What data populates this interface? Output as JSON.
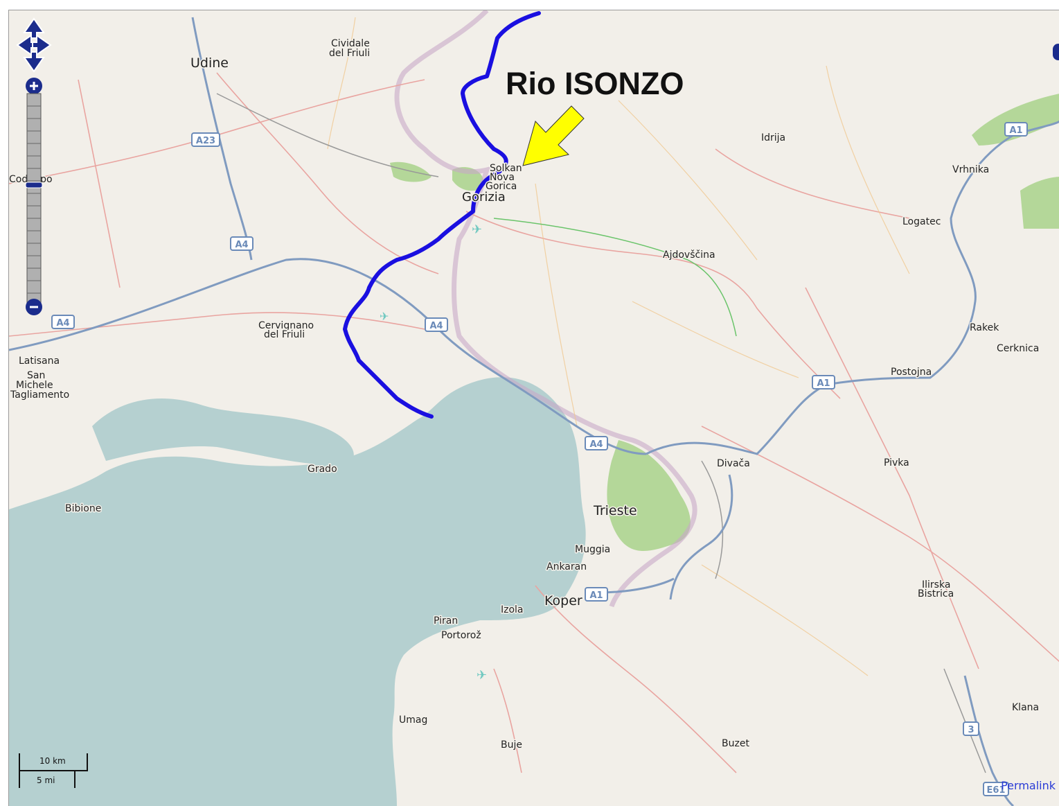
{
  "annotation": {
    "text": "Rio ISONZO"
  },
  "permalink": "Permalink",
  "scale": {
    "metric": "10 km",
    "imperial": "5 mi"
  },
  "controls": {
    "pan_up": "pan-up-icon",
    "pan_left": "pan-left-icon",
    "pan_right": "pan-right-icon",
    "pan_down": "pan-down-icon",
    "zoom_in": "zoom-in-icon",
    "zoom_out": "zoom-out-icon"
  },
  "colors": {
    "land": "#f2efe9",
    "sea": "#b5d0d0",
    "park": "#a9d28b",
    "river": "#1a0fe0",
    "arrow": "#ffff00",
    "motorway": "#809bc0",
    "primary": "#e9a4a0",
    "border": "#c8a8c8"
  },
  "places": {
    "udine": "Udine",
    "cividale": "Cividale",
    "cividale2": "del Friuli",
    "codroipo": "Codroipo",
    "solkan": "Solkan",
    "novagorica": "Nova",
    "novagorica2": "Gorica",
    "gorizia": "Gorizia",
    "idrija": "Idrija",
    "vrhnika": "Vrhnika",
    "logatec": "Logatec",
    "ajdovscina": "Ajdovščina",
    "cervignano": "Cervignano",
    "cervignano2": "del Friuli",
    "latisana": "Latisana",
    "sanmichele": "San",
    "sanmichele2": "Michele",
    "sanmichele3": "Tagliamento",
    "rakek": "Rakek",
    "cerknica": "Cerknica",
    "postojna": "Postojna",
    "grado": "Grado",
    "divaca": "Divača",
    "pivka": "Pivka",
    "bibione": "Bibione",
    "trieste": "Trieste",
    "muggia": "Muggia",
    "ankaran": "Ankaran",
    "koper": "Koper",
    "izola": "Izola",
    "piran": "Piran",
    "portoroz": "Portorož",
    "ilirska": "Ilirska",
    "ilirska2": "Bistrica",
    "umag": "Umag",
    "buje": "Buje",
    "buzet": "Buzet",
    "klana": "Klana"
  },
  "roads": {
    "a23": "A23",
    "a4_1": "A4",
    "a4_2": "A4",
    "a4_3": "A4",
    "a4_4": "A4",
    "a1_1": "A1",
    "a1_2": "A1",
    "a1_3": "A1",
    "r3": "3",
    "e61": "E61"
  }
}
